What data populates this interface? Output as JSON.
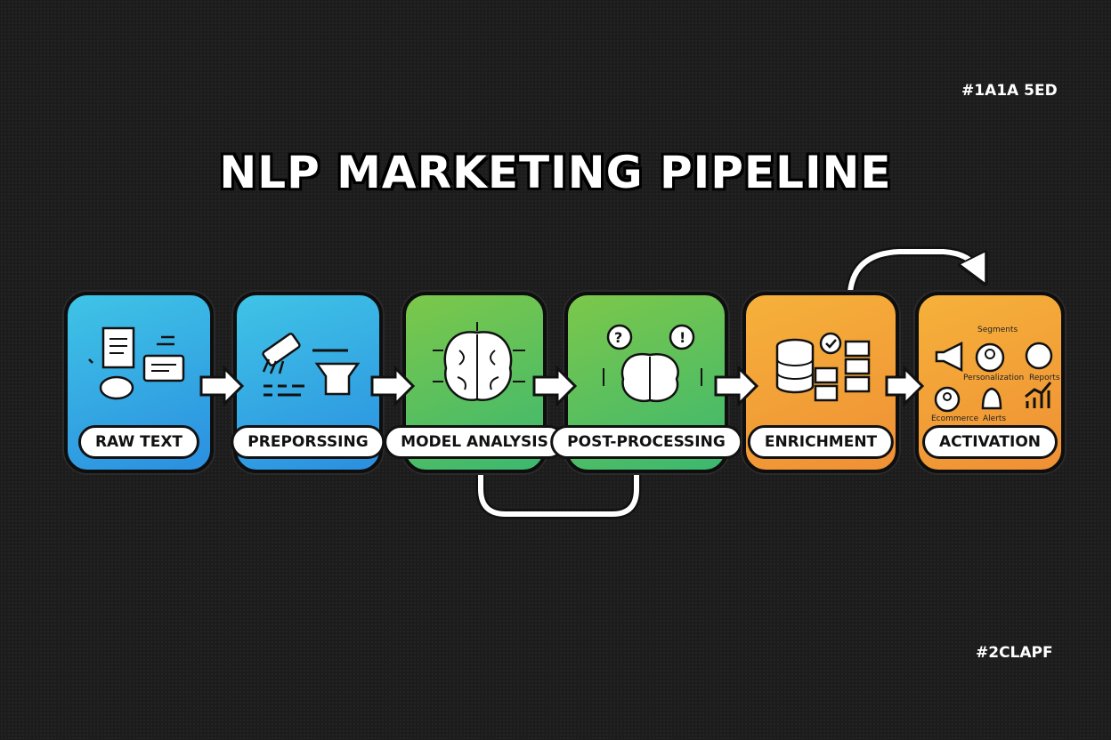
{
  "title": "NLP MARKETING PIPELINE",
  "color_tags": {
    "top": "#1A1A  5ED",
    "bottom": "#2CLAPF"
  },
  "stages": [
    {
      "label": "RAW TEXT",
      "color": "#2FA8E3",
      "icons": [
        "document-icon",
        "chat-bubble-icon",
        "brain-icon",
        "sparkle-icon"
      ]
    },
    {
      "label": "PREPORSSING",
      "color": "#2FA8E3",
      "icons": [
        "brush-icon",
        "filter-funnel-icon",
        "tokens-icon"
      ]
    },
    {
      "label": "MODEL ANALYSIS",
      "color": "#5CC05A",
      "icons": [
        "brain-circuit-icon"
      ]
    },
    {
      "label": "POST-PROCESSING",
      "color": "#5CC05A",
      "icons": [
        "question-icon",
        "exclamation-icon",
        "brain-icon"
      ]
    },
    {
      "label": "ENRICHMENT",
      "color": "#F2A030",
      "icons": [
        "database-icon",
        "check-icon",
        "server-stack-icon"
      ]
    },
    {
      "label": "ACTIVATION",
      "color": "#F2A030",
      "icons": [
        "megaphone-icon",
        "user-icon",
        "bell-icon",
        "chart-icon"
      ],
      "sublabels": [
        "Segments",
        "Personalization",
        "Reports",
        "Ecommerce",
        "Alerts"
      ]
    }
  ]
}
